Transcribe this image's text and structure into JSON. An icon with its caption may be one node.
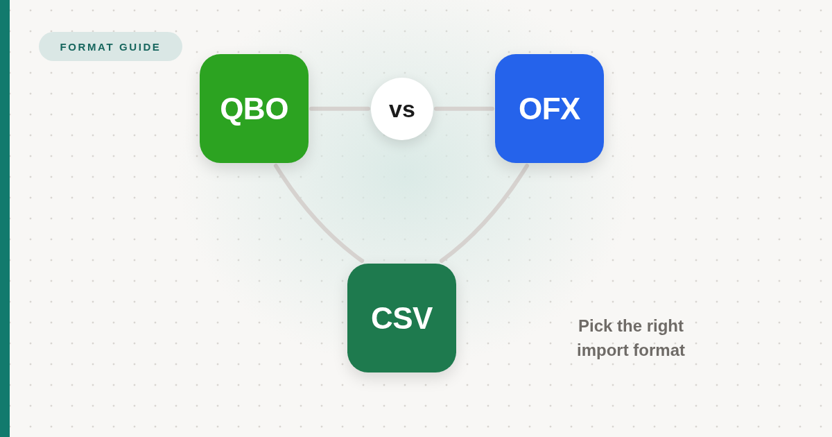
{
  "diagram": {
    "nodes": [
      {
        "text": [
          "FORMAT GUIDE"
        ]
      },
      {
        "text": [
          "QBO"
        ]
      },
      {
        "text": [
          "vs"
        ]
      },
      {
        "text": [
          "OFX"
        ]
      },
      {
        "text": [
          "CSV"
        ]
      }
    ],
    "edges": [
      {
        "from": 1,
        "to": 2,
        "arrow": "none"
      },
      {
        "from": 2,
        "to": 3,
        "arrow": "none"
      },
      {
        "from": 1,
        "to": 4,
        "arrow": "none"
      },
      {
        "from": 3,
        "to": 4,
        "arrow": "none"
      }
    ],
    "labels": [
      "Pick the right import format"
    ]
  }
}
